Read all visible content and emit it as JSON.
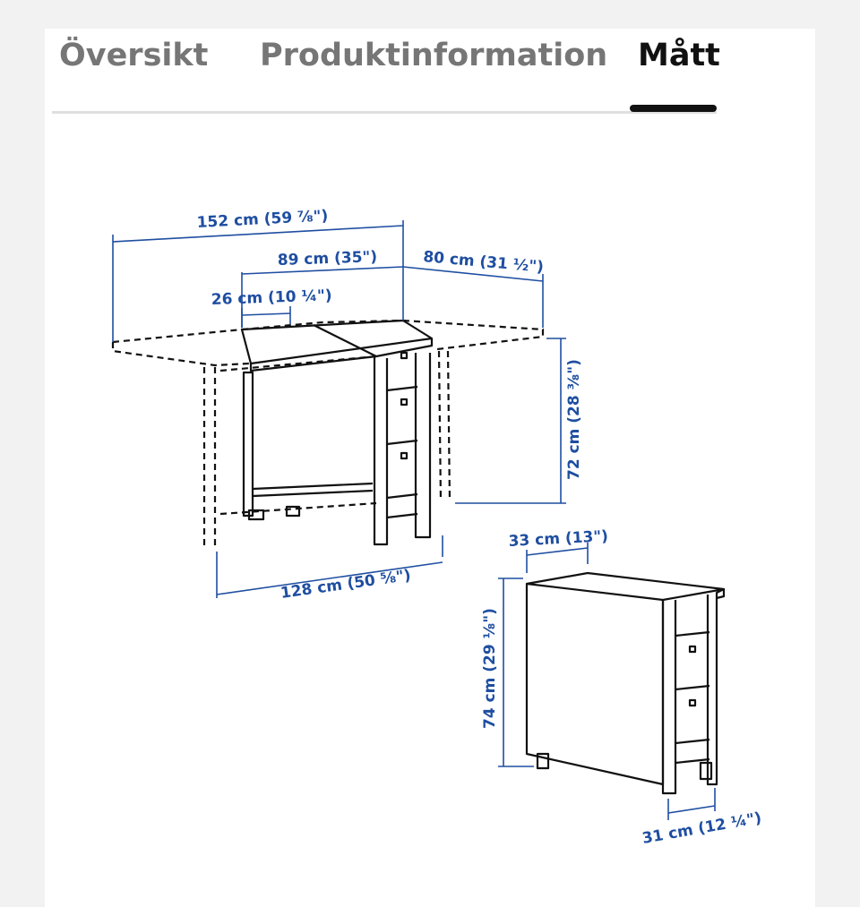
{
  "tabs": [
    {
      "label": "Översikt",
      "active": false
    },
    {
      "label": "Produktinformation",
      "active": false
    },
    {
      "label": "Mått",
      "active": true
    }
  ],
  "colors": {
    "active_tab": "#111111",
    "inactive_tab": "#767676",
    "dimension": "#1f4ea1",
    "line": "#111111"
  },
  "dimensions": {
    "total_width": "152 cm (59 ⅞\")",
    "center_width": "89 cm (35\")",
    "depth": "80 cm (31 ½\")",
    "leaf_gap": "26 cm (10 ¼\")",
    "height_open": "72 cm (28 ⅜\")",
    "leg_span": "128 cm (50 ⅝\")",
    "folded_depth": "33 cm (13\")",
    "folded_height": "74 cm (29 ⅛\")",
    "folded_width": "31 cm (12 ¼\")"
  }
}
